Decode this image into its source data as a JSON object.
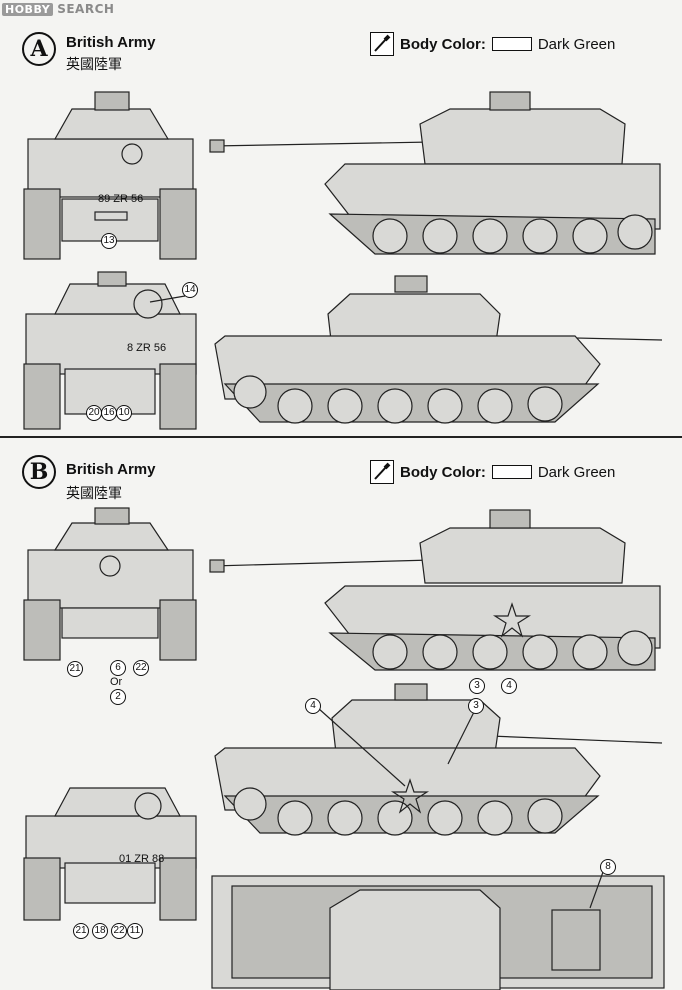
{
  "watermark": {
    "logo": "HOBBY",
    "text": "SEARCH"
  },
  "panels": [
    {
      "letter": "A",
      "army_en": "British Army",
      "army_zh": "英國陸軍",
      "color_label": "Body Color:",
      "color_name": "Dark Green",
      "callouts": [
        "13",
        "14",
        "20",
        "16",
        "10"
      ],
      "plates": [
        "89 ZR 56",
        "8 ZR 56"
      ]
    },
    {
      "letter": "B",
      "army_en": "British Army",
      "army_zh": "英國陸軍",
      "color_label": "Body Color:",
      "color_name": "Dark Green",
      "callouts": [
        "21",
        "6",
        "2",
        "22",
        "3",
        "4",
        "4",
        "3",
        "8",
        "21",
        "18",
        "22",
        "11"
      ],
      "or_text": "Or",
      "plate": "01 ZR 88"
    }
  ],
  "colors": {
    "line": "#222222",
    "hull": "#d9d9d6",
    "paper": "#f4f4f2"
  }
}
